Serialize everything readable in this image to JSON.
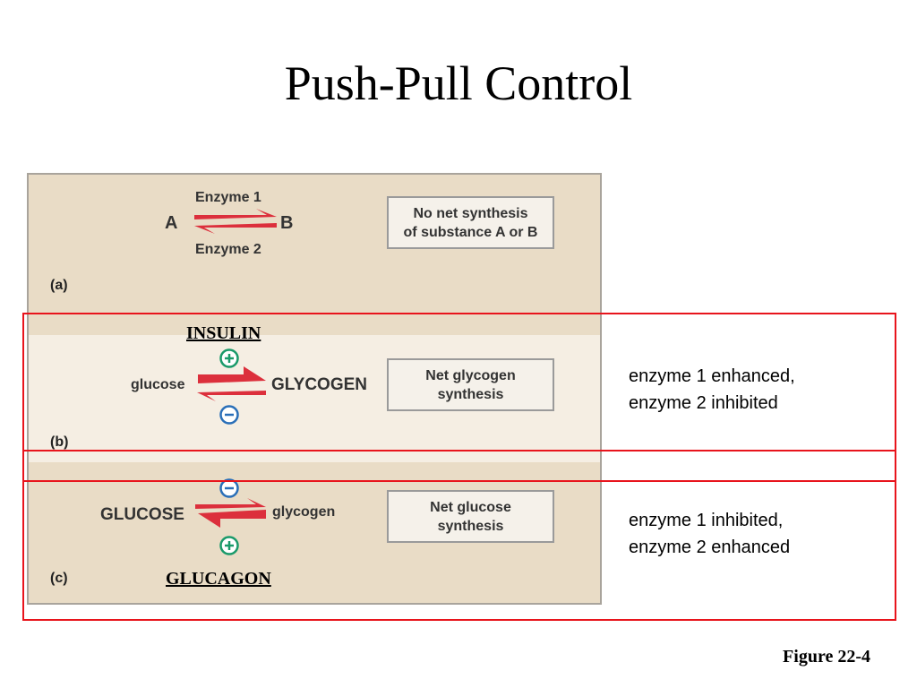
{
  "title": "Push-Pull Control",
  "figure_label": "Figure 22-4",
  "colors": {
    "arrow_red": "#dc2f3c",
    "plus_green": "#1a9a6a",
    "minus_blue": "#2a6fb8",
    "frame_red": "#e8141c"
  },
  "panel_a": {
    "letter": "(a)",
    "left_substrate": "A",
    "right_substrate": "B",
    "top_enzyme": "Enzyme 1",
    "bottom_enzyme": "Enzyme 2",
    "result": "No net synthesis\nof substance A or B"
  },
  "panel_b": {
    "letter": "(b)",
    "hormone": "INSULIN",
    "left_substrate": "glucose",
    "right_substrate": "GLYCOGEN",
    "result": "Net glycogen\nsynthesis",
    "note": "enzyme 1 enhanced,\nenzyme 2 inhibited",
    "top_sign": "+",
    "bottom_sign": "−"
  },
  "panel_c": {
    "letter": "(c)",
    "hormone": "GLUCAGON",
    "left_substrate": "GLUCOSE",
    "right_substrate": "glycogen",
    "result": "Net glucose\nsynthesis",
    "note": "enzyme 1 inhibited,\nenzyme 2 enhanced",
    "top_sign": "−",
    "bottom_sign": "+"
  }
}
